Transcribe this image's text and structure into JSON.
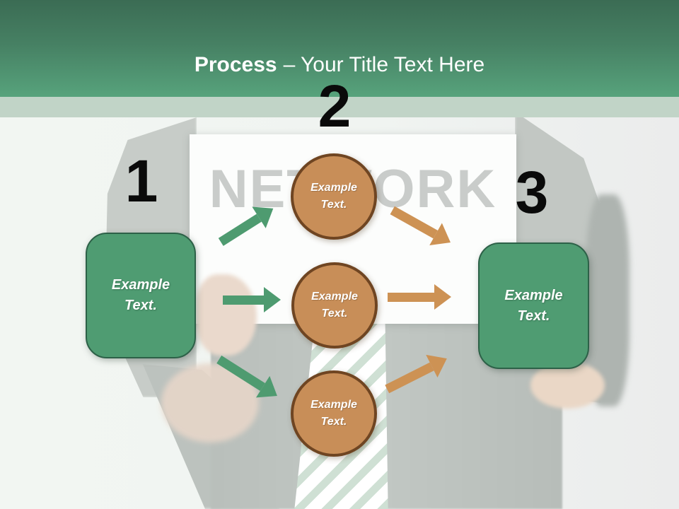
{
  "slide_title": {
    "emphasis": "Process",
    "rest": "– Your Title Text Here"
  },
  "photo": {
    "sign_text": "NETWORK"
  },
  "diagram": {
    "numbers": [
      "1",
      "2",
      "3"
    ],
    "left_box_label": "Example Text.",
    "right_box_label": "Example Text.",
    "circle_labels": [
      "Example Text.",
      "Example Text.",
      "Example Text."
    ]
  },
  "colors": {
    "header_green_dark": "#3b6c54",
    "header_green_light": "#57a37c",
    "band_sage": "#c1d4c7",
    "box_green": "#4f9c72",
    "box_border_green": "#2d6148",
    "circle_orange": "#c88e58",
    "circle_border_brown": "#6f4522",
    "arrow_green": "#4e9b70",
    "arrow_orange": "#cd9254",
    "number_black": "#0a0a0a",
    "sign_text_gray": "#c9ccca"
  }
}
